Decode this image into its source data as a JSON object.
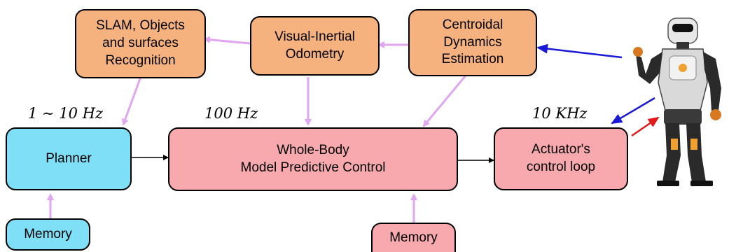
{
  "nodes": {
    "slam": {
      "label": "SLAM, Objects\nand surfaces\nRecognition",
      "color": "#f6b27e"
    },
    "vio": {
      "label": "Visual-Inertial\nOdometry",
      "color": "#f6b27e"
    },
    "centroidal": {
      "label": "Centroidal\nDynamics\nEstimation",
      "color": "#f6b27e"
    },
    "planner": {
      "label": "Planner",
      "color": "#7fdff6"
    },
    "wbmpc": {
      "label": "Whole-Body\nModel Predictive Control",
      "color": "#f7a9ae"
    },
    "actuator": {
      "label": "Actuator's\ncontrol loop",
      "color": "#f7a9ae"
    },
    "memory_planner": {
      "label": "Memory",
      "color": "#7fdff6"
    },
    "memory_mpc": {
      "label": "Memory",
      "color": "#f7a9ae"
    }
  },
  "frequencies": {
    "planner": "1 ∼ 10 Hz",
    "mpc": "100 Hz",
    "actuator": "10 KHz"
  },
  "edges": [
    {
      "from": "centroidal",
      "to": "vio",
      "color": "#e0a6f0"
    },
    {
      "from": "vio",
      "to": "slam",
      "color": "#e0a6f0"
    },
    {
      "from": "slam",
      "to": "planner",
      "color": "#e0a6f0"
    },
    {
      "from": "vio",
      "to": "wbmpc",
      "color": "#e0a6f0"
    },
    {
      "from": "centroidal",
      "to": "wbmpc",
      "color": "#e0a6f0"
    },
    {
      "from": "planner",
      "to": "wbmpc",
      "color": "#000000"
    },
    {
      "from": "wbmpc",
      "to": "actuator",
      "color": "#000000"
    },
    {
      "from": "memory_planner",
      "to": "planner",
      "color": "#e0a6f0"
    },
    {
      "from": "memory_mpc",
      "to": "wbmpc",
      "color": "#e0a6f0"
    },
    {
      "from": "robot",
      "to": "centroidal",
      "color": "#1a1ad6"
    },
    {
      "from": "robot",
      "to": "actuator",
      "color": "#1a1ad6"
    },
    {
      "from": "actuator",
      "to": "robot",
      "color": "#e01a1a"
    }
  ],
  "robot_icon": "humanoid-robot-photo"
}
